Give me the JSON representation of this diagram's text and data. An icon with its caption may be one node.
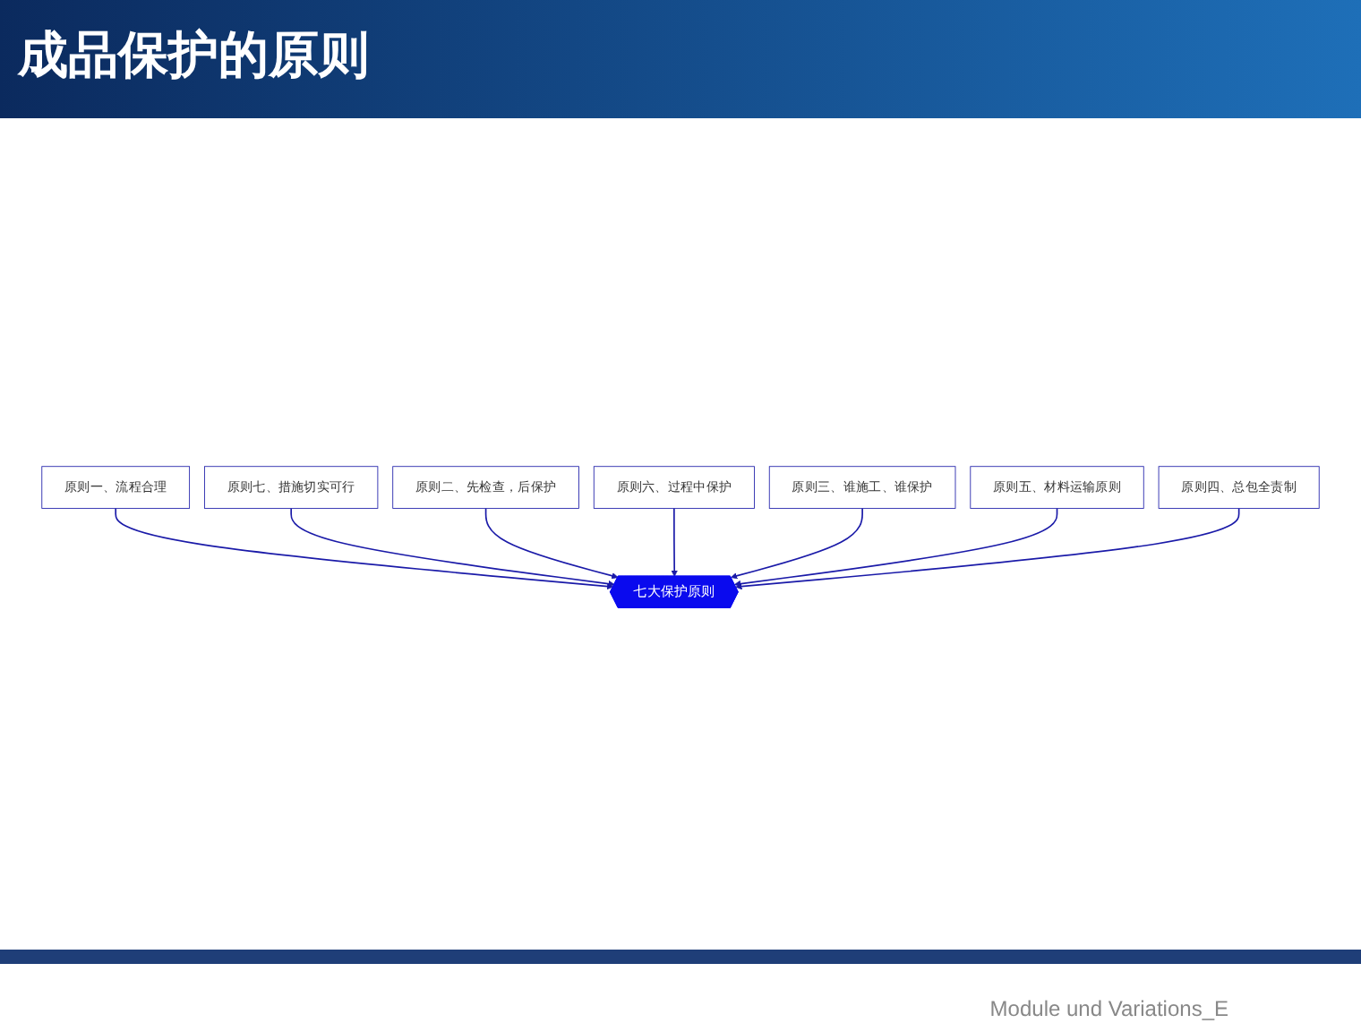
{
  "diagram": {
    "title": "成品保护的原则",
    "nodes": [
      {
        "text": [
          "原则一、流程合理"
        ]
      },
      {
        "text": [
          "原则七、措施切实可行"
        ]
      },
      {
        "text": [
          "原则二、先检查，后保护"
        ]
      },
      {
        "text": [
          "七大保护原则"
        ]
      },
      {
        "text": [
          "原则六、过程中保护"
        ]
      },
      {
        "text": [
          "原则三、谁施工、谁保护"
        ]
      },
      {
        "text": [
          "原则五、材料运输原则"
        ]
      },
      {
        "text": [
          "原则四、总包全责制"
        ]
      }
    ],
    "edges": [
      {
        "from": 0,
        "to": 3,
        "arrow": "to"
      },
      {
        "from": 1,
        "to": 3,
        "arrow": "to"
      },
      {
        "from": 2,
        "to": 3,
        "arrow": "to"
      },
      {
        "from": 4,
        "to": 3,
        "arrow": "to"
      },
      {
        "from": 5,
        "to": 3,
        "arrow": "to"
      },
      {
        "from": 6,
        "to": 3,
        "arrow": "to"
      },
      {
        "from": 7,
        "to": 3,
        "arrow": "to"
      }
    ],
    "labels": [
      "Module und Variations_E"
    ]
  }
}
